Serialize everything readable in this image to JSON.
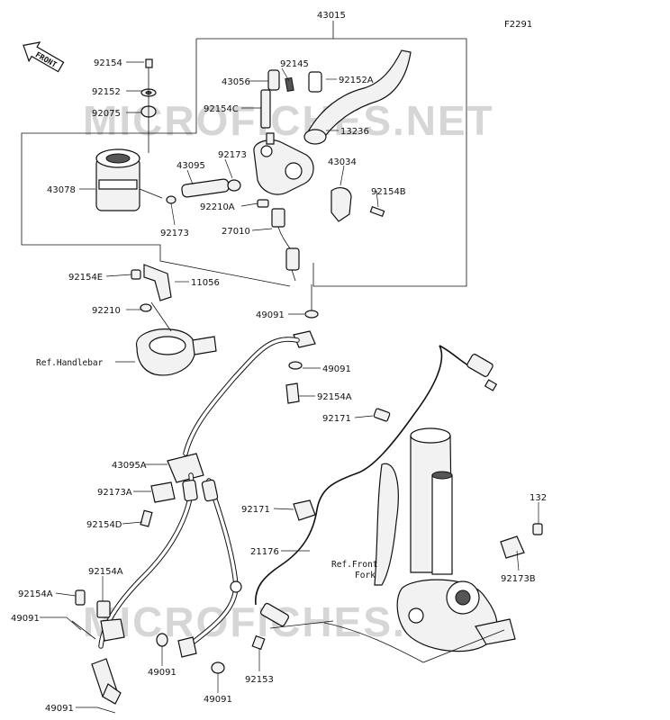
{
  "diagram": {
    "code": "F2291",
    "direction_label": "FRONT",
    "watermark": "MICROFICHES.NET",
    "parts": [
      {
        "id": "43015"
      },
      {
        "id": "92154"
      },
      {
        "id": "92152"
      },
      {
        "id": "92075"
      },
      {
        "id": "92145"
      },
      {
        "id": "43056"
      },
      {
        "id": "92152A"
      },
      {
        "id": "92154C"
      },
      {
        "id": "13236"
      },
      {
        "id": "92173"
      },
      {
        "id": "43095"
      },
      {
        "id": "43078"
      },
      {
        "id": "43034"
      },
      {
        "id": "92154B"
      },
      {
        "id": "92210A"
      },
      {
        "id": "92173"
      },
      {
        "id": "27010"
      },
      {
        "id": "92154E"
      },
      {
        "id": "11056"
      },
      {
        "id": "92210"
      },
      {
        "id": "49091"
      },
      {
        "id": "49091"
      },
      {
        "id": "92154A"
      },
      {
        "id": "92171"
      },
      {
        "id": "43095A"
      },
      {
        "id": "92173A"
      },
      {
        "id": "92154D"
      },
      {
        "id": "132"
      },
      {
        "id": "92171"
      },
      {
        "id": "21176"
      },
      {
        "id": "92173B"
      },
      {
        "id": "92154A"
      },
      {
        "id": "92154A"
      },
      {
        "id": "49091"
      },
      {
        "id": "49091"
      },
      {
        "id": "49091"
      },
      {
        "id": "92153"
      },
      {
        "id": "49091"
      }
    ],
    "refs": {
      "handlebar": "Ref.Handlebar",
      "front_fork_1": "Ref.Front",
      "front_fork_2": "Fork"
    }
  }
}
